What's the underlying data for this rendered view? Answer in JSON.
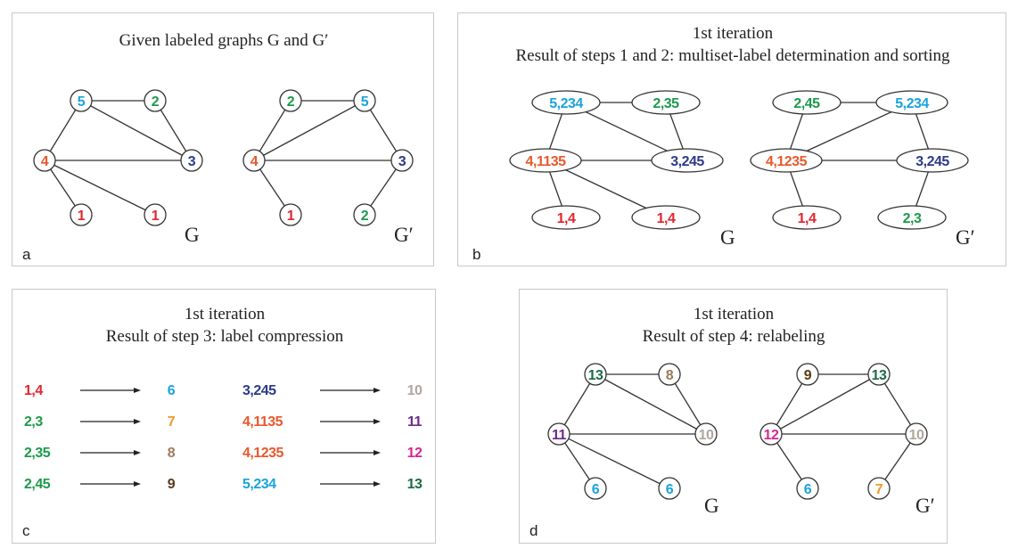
{
  "colors": {
    "red": "#e0262f",
    "blue": "#1aa3dc",
    "green": "#1d9a4b",
    "navy": "#2c3a8a",
    "orange": "#e9582c",
    "gold": "#f0982a",
    "tan": "#9b7b5a",
    "brown": "#5a3a1c",
    "gray": "#b0a79c",
    "purple": "#6b2a8c",
    "magenta": "#d6268f",
    "darkgreen": "#1b6b43"
  },
  "panel_a": {
    "title": "Given labeled graphs G and G′",
    "letter": "a",
    "g_label": "G",
    "gp_label": "G′",
    "g_nodes": [
      "5",
      "2",
      "4",
      "3",
      "1",
      "1"
    ],
    "gp_nodes": [
      "2",
      "5",
      "4",
      "3",
      "1",
      "2"
    ]
  },
  "panel_b": {
    "title1": "1st iteration",
    "title2": "Result of steps 1 and 2: multiset-label determination and sorting",
    "letter": "b",
    "g_label": "G",
    "gp_label": "G′",
    "g_nodes": [
      "5,234",
      "2,35",
      "4,1135",
      "3,245",
      "1,4",
      "1,4"
    ],
    "gp_nodes": [
      "2,45",
      "5,234",
      "4,1235",
      "3,245",
      "1,4",
      "2,3"
    ]
  },
  "panel_c": {
    "title1": "1st iteration",
    "title2": "Result of step 3: label compression",
    "letter": "c",
    "left": [
      {
        "from": "1,4",
        "to": "6"
      },
      {
        "from": "2,3",
        "to": "7"
      },
      {
        "from": "2,35",
        "to": "8"
      },
      {
        "from": "2,45",
        "to": "9"
      }
    ],
    "right": [
      {
        "from": "3,245",
        "to": "10"
      },
      {
        "from": "4,1135",
        "to": "11"
      },
      {
        "from": "4,1235",
        "to": "12"
      },
      {
        "from": "5,234",
        "to": "13"
      }
    ]
  },
  "panel_d": {
    "title1": "1st iteration",
    "title2": "Result of step 4: relabeling",
    "letter": "d",
    "g_label": "G",
    "gp_label": "G′",
    "g_nodes": [
      "13",
      "8",
      "11",
      "10",
      "6",
      "6"
    ],
    "gp_nodes": [
      "9",
      "13",
      "12",
      "10",
      "6",
      "7"
    ]
  }
}
